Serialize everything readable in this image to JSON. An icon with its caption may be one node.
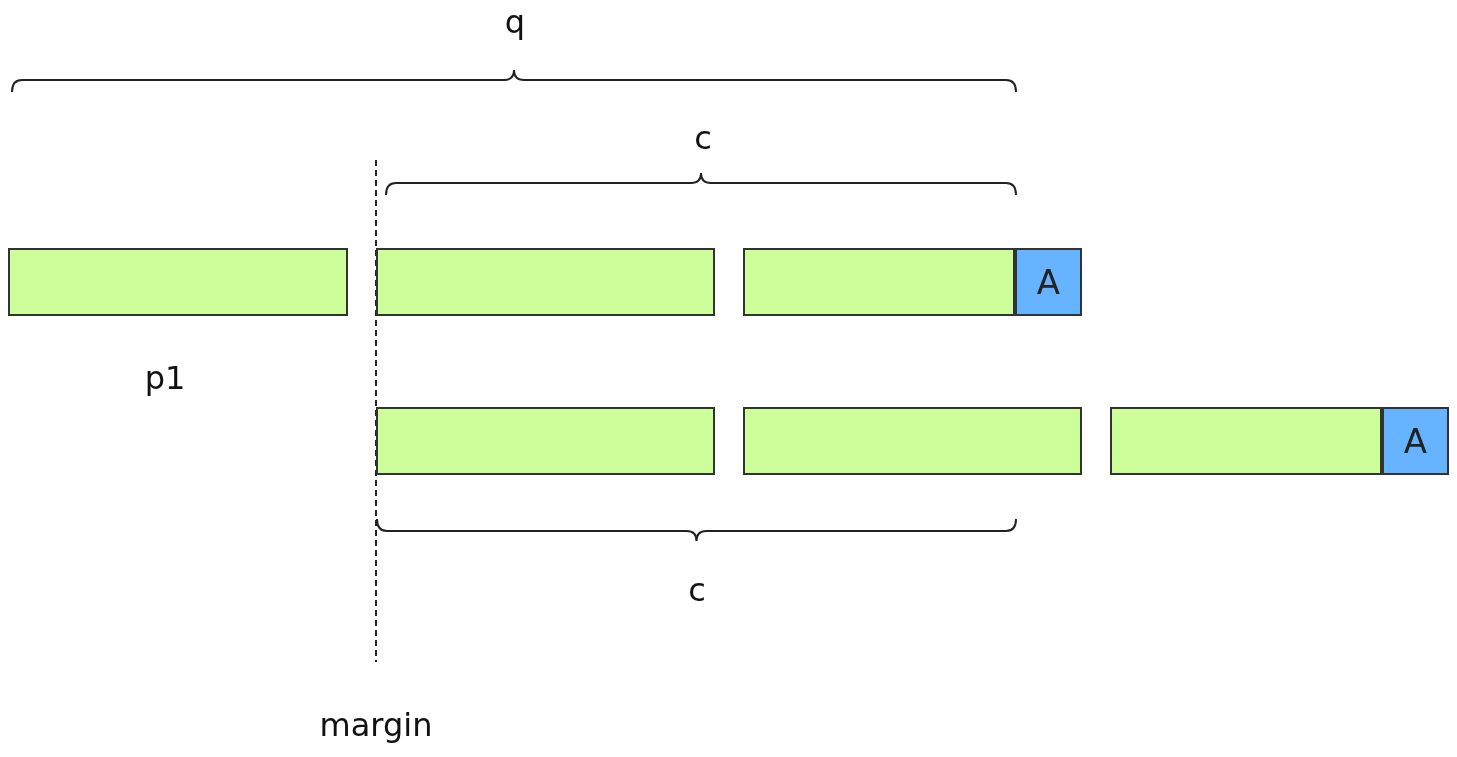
{
  "diagram": {
    "nodes": [
      {
        "text": [],
        "shape": "bar"
      },
      {
        "text": [],
        "shape": "bar"
      },
      {
        "text": [],
        "shape": "bar"
      },
      {
        "text": [
          "A"
        ]
      },
      {
        "text": [],
        "shape": "bar"
      },
      {
        "text": [],
        "shape": "bar"
      },
      {
        "text": [],
        "shape": "bar"
      },
      {
        "text": [
          "A"
        ]
      }
    ],
    "labels": [
      "q",
      "c",
      "p1",
      "c",
      "margin"
    ]
  }
}
